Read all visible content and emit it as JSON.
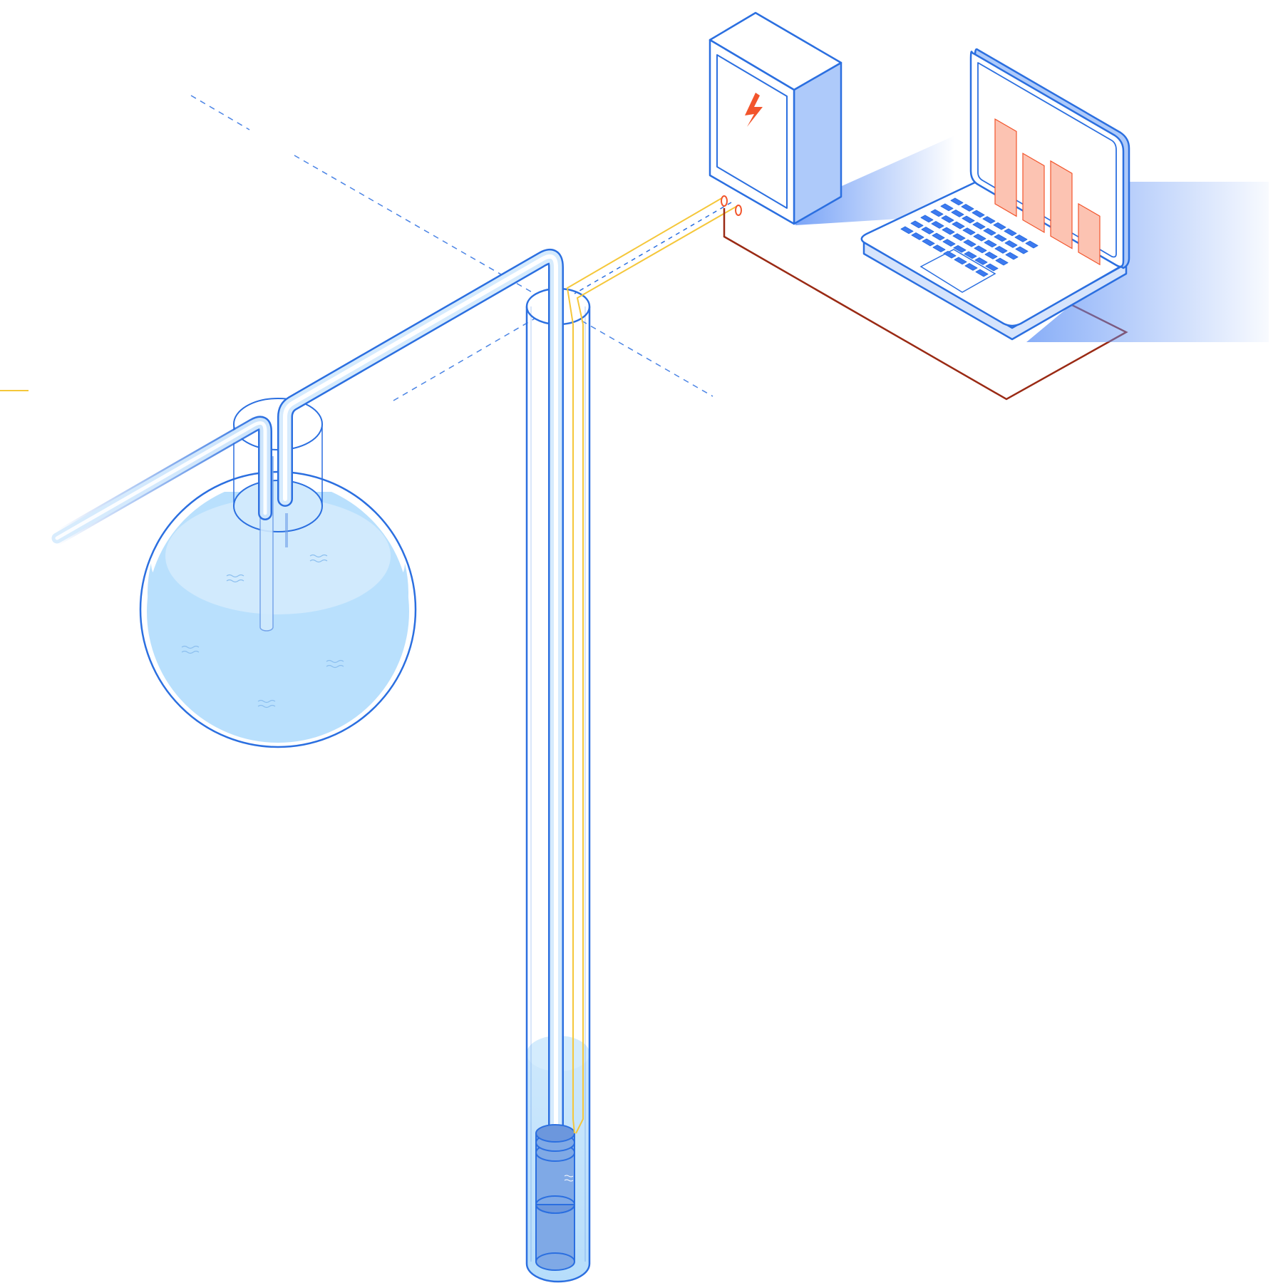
{
  "diagram": {
    "components": [
      {
        "id": "spherical-water-tank",
        "icon": "tank-icon"
      },
      {
        "id": "well-casing",
        "icon": "well-icon"
      },
      {
        "id": "submersible-pump",
        "icon": "pump-icon"
      },
      {
        "id": "electrical-control-cabinet",
        "icon": "lightning-icon"
      },
      {
        "id": "laptop-monitoring",
        "icon": "bar-chart-icon"
      }
    ],
    "connections": [
      {
        "from": "well-casing",
        "to": "spherical-water-tank",
        "kind": "water-pipe"
      },
      {
        "from": "spherical-water-tank",
        "to": "outflow",
        "kind": "water-pipe"
      },
      {
        "from": "electrical-control-cabinet",
        "to": "submersible-pump",
        "kind": "power-cable"
      },
      {
        "from": "electrical-control-cabinet",
        "to": "laptop-monitoring",
        "kind": "data-cable"
      }
    ],
    "screen_bar_levels": [
      0.7,
      0.55,
      0.62,
      0.4
    ]
  },
  "colors": {
    "outline": "#2B6FE0",
    "water_fill": "#B9E0FD",
    "water_light": "#D4ECFD",
    "pump_fill": "#7FA9E6",
    "cabinet_side": "#AECAFA",
    "cable_power": "#F5C73A",
    "cable_data": "#9A2A14",
    "bolt": "#F2552C",
    "screen_bar": "#FCC3B2",
    "key_fill": "#3D7AF0",
    "shadow": "#5B8FF5"
  }
}
